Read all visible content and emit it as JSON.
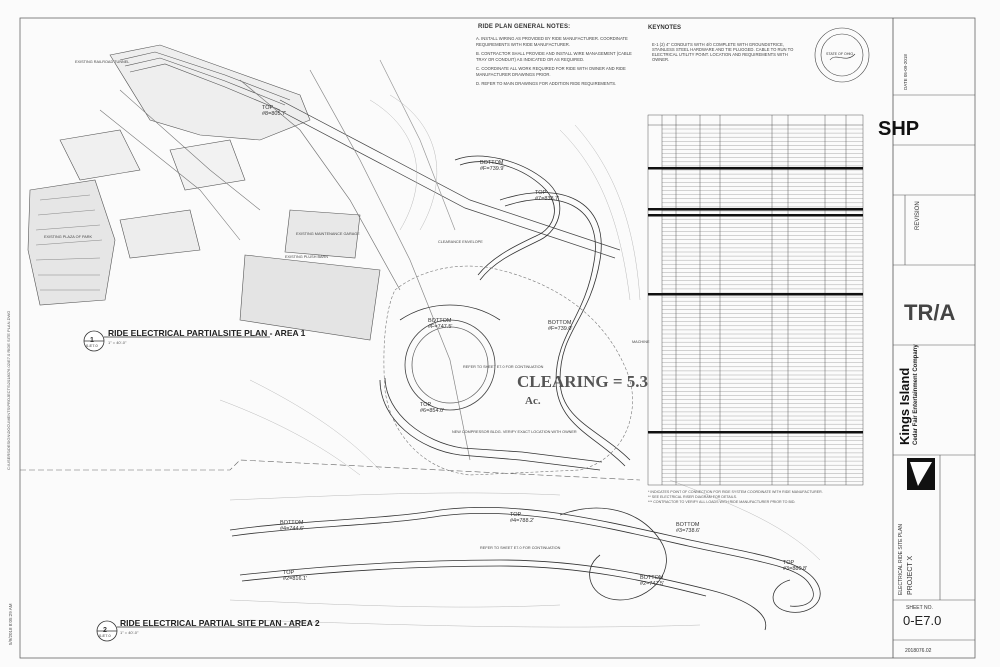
{
  "ride_plan_notes": {
    "title": "RIDE PLAN GENERAL NOTES:",
    "items": [
      "A.  INSTALL WIRING AS PROVIDED BY RIDE MANUFACTURER. COORDINATE",
      "     REQUIREMENTS WITH RIDE MANUFACTURER.",
      "B.  CONTRACTOR SHALL PROVIDE AND INSTALL WIRE MANAGEMENT (CABLE",
      "     TRAY OR CONDUIT) AS INDICATED OR AS REQUIRED.",
      "C.  COORDINATE ALL WORK REQUIRED FOR RIDE WITH OWNER AND RIDE",
      "     MANUFACTURER DRAWINGS PRIOR.",
      "D.  REFER TO MAIN DRAWINGS FOR ADDITION RIDE REQUIREMENTS."
    ]
  },
  "keynotes": {
    "title": "KEYNOTES",
    "items": [
      "E-1  (2) 4\" CONDUITS WITH 4/0 COMPLETE WITH GROUNDSTRICE, STAINLESS STEEL HARDWARE AND TIE PLUGGED. CABLE TO RUN TO ELECTRICAL UTILITY POINT. LOCATION AND REQUIREMENTS WITH OWNER."
    ]
  },
  "plan_area_1": {
    "bubble_number": "1",
    "bubble_sheet": "0-E7.0",
    "caption": "RIDE ELECTRICAL PARTIALSITE PLAN - AREA 1",
    "scale": "1\" = 40'-0\""
  },
  "plan_area_2": {
    "bubble_number": "2",
    "bubble_sheet": "0-E7.0",
    "caption": "RIDE ELECTRICAL PARTIAL SITE PLAN - AREA 2",
    "scale": "1\" = 40'-0\""
  },
  "clearing": {
    "line1": "CLEARING = 5.3",
    "line2": "Ac."
  },
  "elevations": [
    {
      "name": "top-1",
      "line1": "TOP",
      "line2": "#8=805.7'"
    },
    {
      "name": "bottom-1",
      "line1": "BOTTOM",
      "line2": "#F=739.9'"
    },
    {
      "name": "top-2",
      "line1": "TOP",
      "line2": "#7=838.7'"
    },
    {
      "name": "bottom-2",
      "line1": "BOTTOM",
      "line2": "#F=747.5'"
    },
    {
      "name": "bottom-3",
      "line1": "BOTTOM",
      "line2": "#F=739.0'"
    },
    {
      "name": "top-3",
      "line1": "TOP",
      "line2": "#6=854.0'"
    },
    {
      "name": "top-4",
      "line1": "TOP",
      "line2": "#4=788.2'"
    },
    {
      "name": "bottom-4",
      "line1": "BOTTOM",
      "line2": "#4=744.6'"
    },
    {
      "name": "bottom-5",
      "line1": "BOTTOM",
      "line2": "#3=738.6'"
    },
    {
      "name": "top-5",
      "line1": "TOP",
      "line2": "#2=816.1'"
    },
    {
      "name": "bottom-6",
      "line1": "BOTTOM",
      "line2": "#2=747.5'"
    },
    {
      "name": "top-6",
      "line1": "TOP",
      "line2": "#3=880.8'"
    }
  ],
  "site_labels": {
    "coaster_tunnel": "EXISTING RAILROAD TUNNEL",
    "plush_barn": "EXISTING PLUSH BARN",
    "maintenance": "EXISTING MAINTENANCE GARAGE",
    "parking": "EXISTING PLAZA OF PARK",
    "machine_room": "MACHINE",
    "clearance": "CLEARANCE ENVELOPE",
    "refer_note_1": "REFER TO SHEET E7.0 FOR CONTINUATION",
    "refer_note_2": "REFER TO SHEET E7.0 FOR CONTINUATION",
    "compressor_note": "NEW COMPRESSOR BLDG. VERIFY EXACT LOCATION WITH OWNER"
  },
  "schedule_footnotes": [
    "* INDICATES POINT OF CONNECTION FOR RIDE SYSTEM COORDINATE WITH RIDE MANUFACTURER.",
    "** SEE ELECTRICAL RISER DIAGRAM FOR DETAILS.",
    "*** CONTRACTOR TO VERIFY ALL LOADS WITH RIDE MANUFACTURER PRIOR TO BID."
  ],
  "title_block": {
    "seal": "STATE OF OHIO",
    "firm": "SHP",
    "architect": "TR/A",
    "client": "Kings Island",
    "client_sub": "Cedar Fair Entertainment Company",
    "project": "PROJECT X",
    "sheet_title": "ELECTRICAL RIDE SITE PLAN",
    "revision_label": "REVISION",
    "sheet_no_label": "SHEET NO.",
    "sheet_no": "0-E7.0",
    "job_no": "2018076.02",
    "date": "DATE 05-09-2018"
  },
  "side_stamp": {
    "path": "C:\\USERS\\DESIGN\\DOCUMENTS\\PROJECTS\\2018076.02\\E7.0 RIDE SITE PLAN.DWG",
    "date": "5/9/2018 8:05:29 AM"
  }
}
